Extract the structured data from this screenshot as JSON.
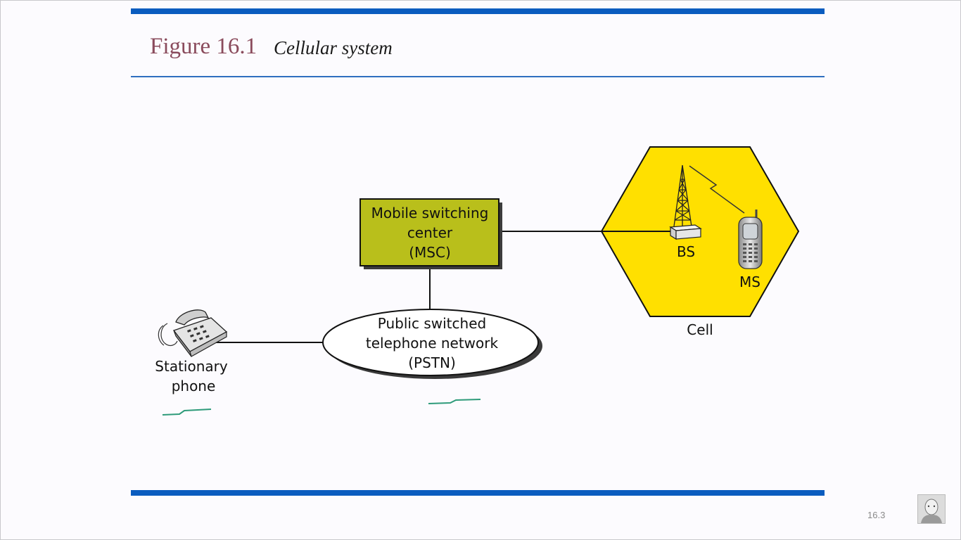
{
  "header": {
    "figure_label": "Figure 16.1",
    "caption": "Cellular system"
  },
  "diagram": {
    "msc": {
      "lines": [
        "Mobile switching",
        "center",
        "(MSC)"
      ]
    },
    "pstn": {
      "lines": [
        "Public switched",
        "telephone network",
        "(PSTN)"
      ]
    },
    "stationary_phone": {
      "lines": [
        "Stationary",
        "phone"
      ]
    },
    "base_station": {
      "label": "BS"
    },
    "mobile_station": {
      "label": "MS"
    },
    "cell": {
      "label": "Cell"
    }
  },
  "colors": {
    "msc_fill": "#b9bf1b",
    "cell_fill": "#ffe000",
    "rule_blue": "#0a5cbf",
    "title_color": "#8a4b5c",
    "annotation_green": "#2e9b7a"
  },
  "footer": {
    "page_number": "16.3"
  }
}
